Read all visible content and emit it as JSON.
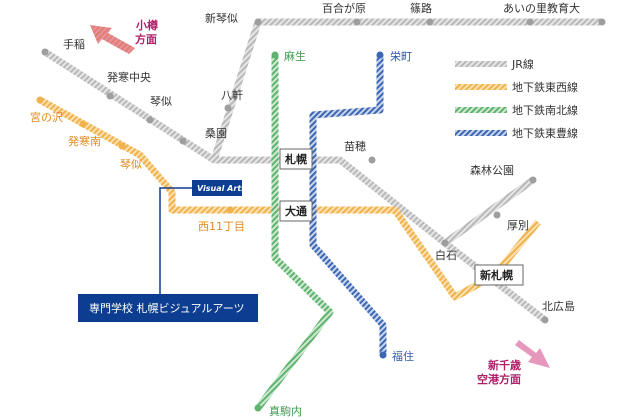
{
  "lines": {
    "jr": {
      "color": "#bdbdbd",
      "legend": "JR線"
    },
    "tozai": {
      "color": "#f0b24c",
      "legend": "地下鉄東西線"
    },
    "namboku": {
      "color": "#5fb36f",
      "legend": "地下鉄南北線"
    },
    "toho": {
      "color": "#3d67b0",
      "legend": "地下鉄東豊線"
    }
  },
  "stations": {
    "shinkotoni": "新琴似",
    "yurigahara": "百合が原",
    "shinoro": "篠路",
    "ainosato": "あいの里教育大",
    "teine": "手稲",
    "hassamuchuo": "発寒中央",
    "kotoni_jr": "琴似",
    "hachiken": "八軒",
    "soen": "桑園",
    "miyanosawa": "宮の沢",
    "hassamuminami": "発寒南",
    "kotoni_sub": "琴似",
    "nishi11": "西11丁目",
    "asabu": "麻生",
    "sakaemachi": "栄町",
    "naebo": "苗穂",
    "shinrinkoen": "森林公園",
    "atsubetsu": "厚別",
    "shiroishi": "白石",
    "kitahiroshima": "北広島",
    "fukuzumi": "福住",
    "makomanai": "真駒内"
  },
  "major": {
    "sapporo": "札幌",
    "odori": "大通",
    "shinsapporo": "新札幌"
  },
  "directions": {
    "otaru": [
      "小樽",
      "方面"
    ],
    "airport": [
      "新千歳",
      "空港方面"
    ]
  },
  "marker": {
    "visual_arts": "Visual Arts",
    "school_name": "専門学校 札幌ビジュアルアーツ"
  },
  "accent": {
    "direction": "#b0206a",
    "school": "#0d3d91"
  }
}
